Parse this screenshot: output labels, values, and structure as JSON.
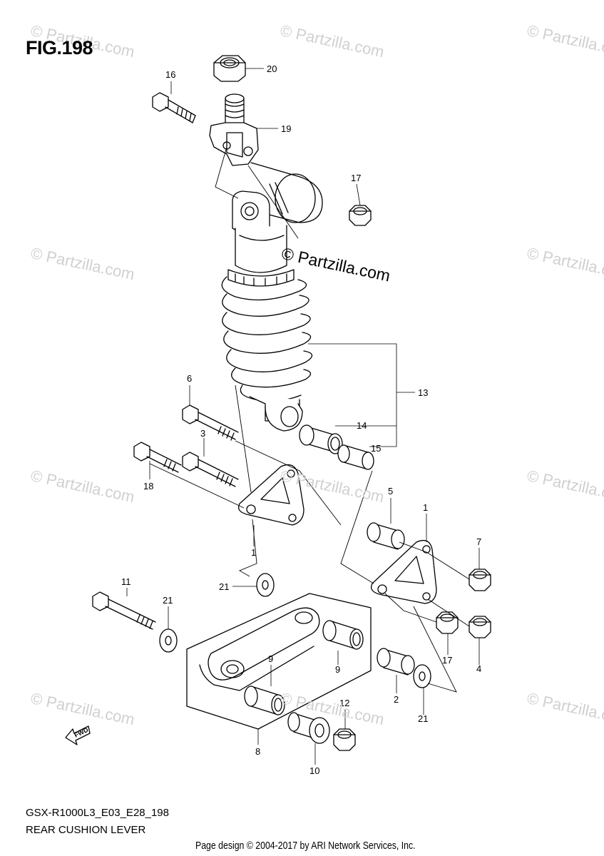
{
  "figure": {
    "title": "FIG.198"
  },
  "watermark": {
    "main": "© Partzilla.com",
    "faint": "© Partzilla.com"
  },
  "footer": {
    "code": "GSX-R1000L3_E03_E28_198",
    "name": "REAR CUSHION LEVER",
    "copyright": "Page design © 2004-2017 by ARI Network Services, Inc."
  },
  "direction_label": "FWD",
  "callouts": {
    "c20": "20",
    "c16": "16",
    "c19": "19",
    "c17a": "17",
    "c13": "13",
    "c14": "14",
    "c15": "15",
    "c6": "6",
    "c3": "3",
    "c18": "18",
    "c5": "5",
    "c1a": "1",
    "c1b": "1",
    "c7": "7",
    "c21a": "21",
    "c11": "11",
    "c21b": "21",
    "c9a": "9",
    "c9b": "9",
    "c17b": "17",
    "c4": "4",
    "c2": "2",
    "c21c": "21",
    "c12": "12",
    "c8": "8",
    "c10": "10"
  }
}
